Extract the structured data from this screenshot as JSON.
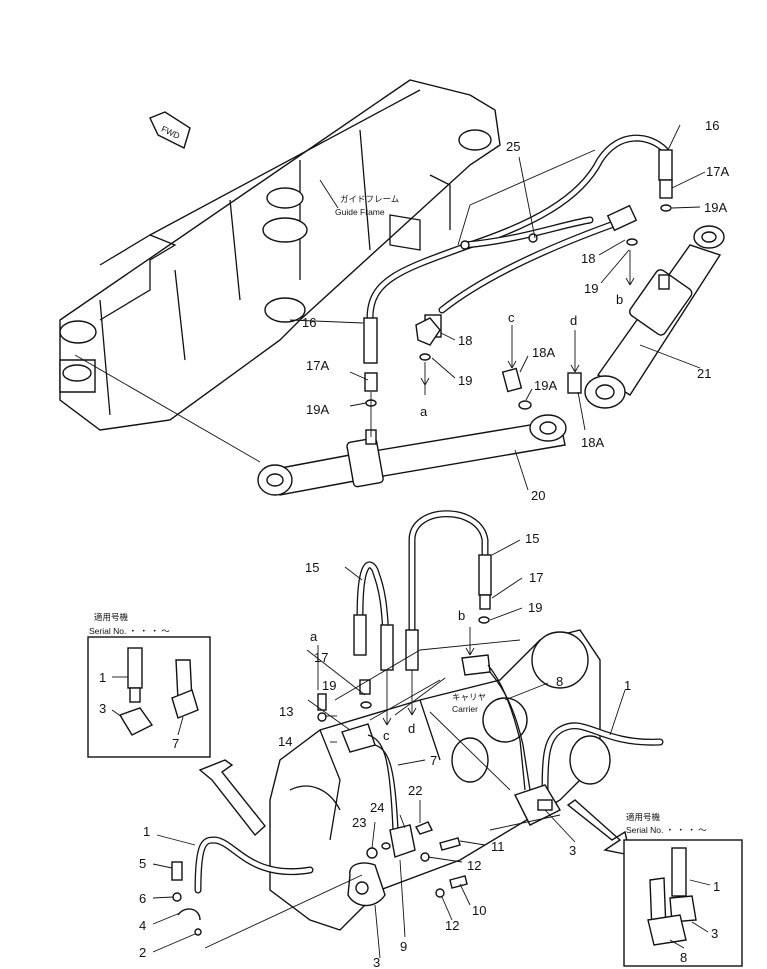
{
  "labels": {
    "guide_frame_jp": "ガイドフレーム",
    "guide_frame_en": "Guide Frame",
    "carrier_jp": "キャリヤ",
    "carrier_en": "Carrier",
    "fwd": "FWD",
    "serial_jp_left": "適用号機",
    "serial_en_left": "Serial No.  ・ ・ ・ ～",
    "serial_jp_right": "適用号機",
    "serial_en_right": "Serial No.  ・ ・ ・ ～"
  },
  "callouts": {
    "c16a": "16",
    "c17Aa": "17A",
    "c19Aa": "19A",
    "c25": "25",
    "c18a": "18",
    "c19a": "19",
    "cb1": "b",
    "c16b": "16",
    "c17Ab": "17A",
    "c19Ab": "19A",
    "c18b": "18",
    "c19b": "19",
    "ca1": "a",
    "cc1": "c",
    "c18Aa": "18A",
    "cd1": "d",
    "c19Ac": "19A",
    "c18Ab": "18A",
    "c21": "21",
    "c20": "20",
    "c15a": "15",
    "c15b": "15",
    "c17a": "17",
    "c19c": "19",
    "c17b": "17",
    "c19d": "19",
    "ca2": "a",
    "cb2": "b",
    "cc2": "c",
    "cd2": "d",
    "c8": "8",
    "c1a": "1",
    "c13": "13",
    "c14": "14",
    "c7a": "7",
    "c22": "22",
    "c24": "24",
    "c23": "23",
    "c11": "11",
    "c12a": "12",
    "c12b": "12",
    "c10": "10",
    "c9": "9",
    "c3a": "3",
    "c3b": "3",
    "c1b": "1",
    "c5": "5",
    "c6": "6",
    "c4": "4",
    "c2": "2",
    "i1": "1",
    "i3": "3",
    "i7": "7",
    "j1": "1",
    "j3": "3",
    "j8": "8"
  }
}
